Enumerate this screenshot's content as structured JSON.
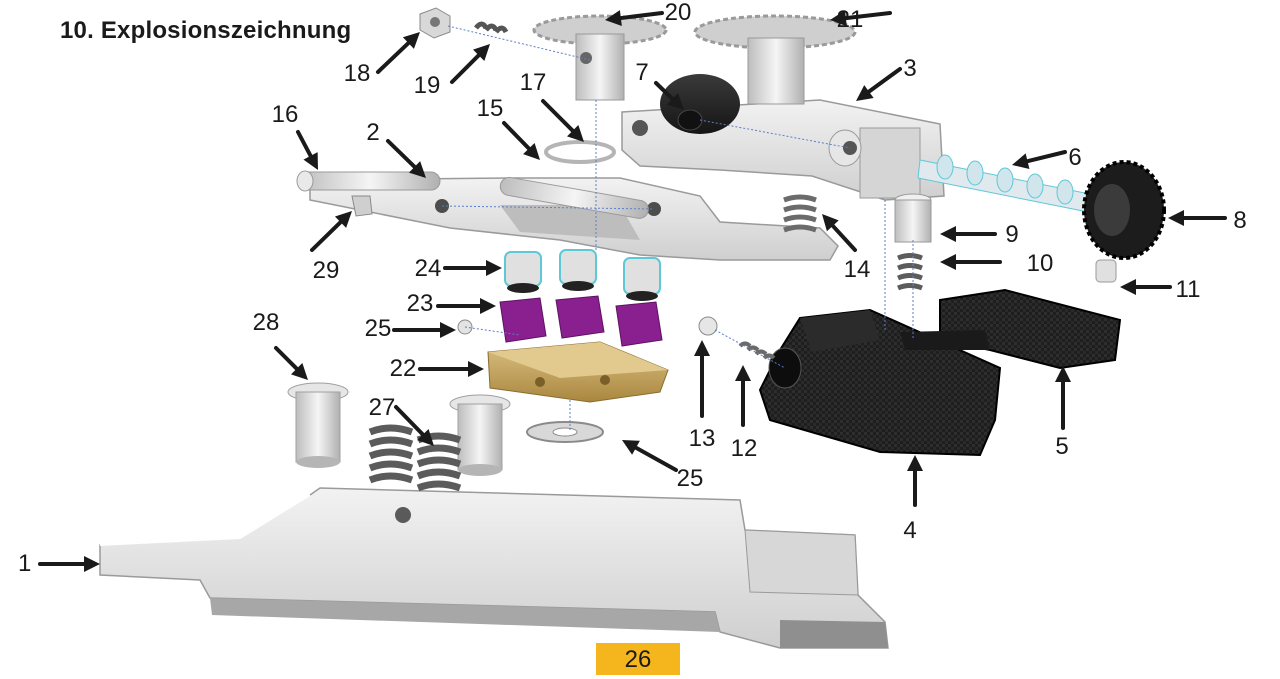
{
  "page": {
    "title": "10. Explosionszeichnung",
    "page_number": "26"
  },
  "callouts": [
    {
      "label": "1",
      "icon": "arrow-right-icon"
    },
    {
      "label": "2",
      "icon": "arrow-down-right-icon"
    },
    {
      "label": "3",
      "icon": "arrow-down-left-icon"
    },
    {
      "label": "4",
      "icon": "arrow-up-icon"
    },
    {
      "label": "5",
      "icon": "arrow-up-icon"
    },
    {
      "label": "6",
      "icon": "arrow-down-left-icon"
    },
    {
      "label": "7",
      "icon": "arrow-down-right-icon"
    },
    {
      "label": "8",
      "icon": "arrow-left-icon"
    },
    {
      "label": "9",
      "icon": "arrow-left-icon"
    },
    {
      "label": "10",
      "icon": "arrow-left-icon"
    },
    {
      "label": "11",
      "icon": "arrow-left-icon"
    },
    {
      "label": "12",
      "icon": "arrow-up-icon"
    },
    {
      "label": "13",
      "icon": "arrow-up-icon"
    },
    {
      "label": "14",
      "icon": "arrow-up-left-icon"
    },
    {
      "label": "15",
      "icon": "arrow-down-right-icon"
    },
    {
      "label": "16",
      "icon": "arrow-down-right-icon"
    },
    {
      "label": "17",
      "icon": "arrow-down-right-icon"
    },
    {
      "label": "18",
      "icon": "arrow-up-right-icon"
    },
    {
      "label": "19",
      "icon": "arrow-up-right-icon"
    },
    {
      "label": "20",
      "icon": "arrow-left-icon"
    },
    {
      "label": "21",
      "icon": "arrow-left-icon"
    },
    {
      "label": "22",
      "icon": "arrow-right-icon"
    },
    {
      "label": "23",
      "icon": "arrow-right-icon"
    },
    {
      "label": "24",
      "icon": "arrow-right-icon"
    },
    {
      "label": "25",
      "icon": "arrow-right-icon"
    },
    {
      "label": "25",
      "icon": "arrow-up-left-icon"
    },
    {
      "label": "27",
      "icon": "arrow-down-right-icon"
    },
    {
      "label": "28",
      "icon": "arrow-down-right-icon"
    },
    {
      "label": "29",
      "icon": "arrow-up-right-icon"
    }
  ],
  "colors": {
    "page_number_bg": "#f4b61c",
    "arrow": "#1a1a1a",
    "label": "#1a1a1a",
    "part_light": "#e4e4e4",
    "part_mid": "#c9c9c9",
    "part_dark": "#2a2a2a",
    "brass": "#caa861",
    "purple": "#8a1f8f",
    "cyan": "#7fd8e8"
  }
}
